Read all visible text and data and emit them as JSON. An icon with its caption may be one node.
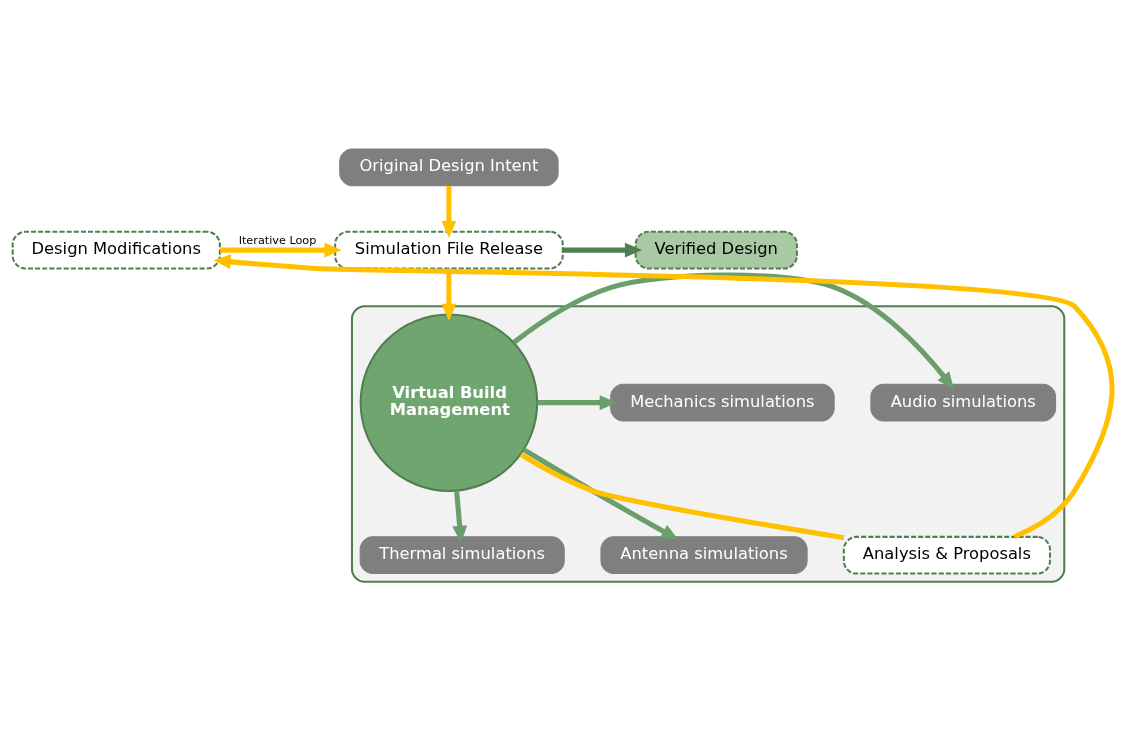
{
  "diagram": {
    "nodes": [
      {
        "text": [
          "Original Design Intent"
        ]
      },
      {
        "text": [
          "Design Modifications"
        ]
      },
      {
        "text": [
          "Simulation File Release"
        ]
      },
      {
        "text": [
          "Verified Design"
        ]
      },
      {
        "text": [],
        "shape": "box"
      },
      {
        "text": [
          "Audio simulations"
        ],
        "in": 4
      },
      {
        "text": [
          "Virtual Build Management"
        ],
        "in": 4
      },
      {
        "text": [
          "Mechanics simulations"
        ],
        "in": 4
      },
      {
        "text": [
          "Thermal simulations"
        ],
        "in": 4
      },
      {
        "text": [
          "Antenna simulations"
        ],
        "in": 4
      },
      {
        "text": [
          "Analysis & Proposals"
        ],
        "in": 4
      }
    ],
    "edges": [
      {
        "from": 0,
        "to": 2,
        "arrow": "to"
      },
      {
        "from": 1,
        "to": 2,
        "arrow": "to",
        "label": "Iterative Loop"
      },
      {
        "from": 2,
        "to": 3,
        "arrow": "to",
        "color": "#507e50"
      },
      {
        "from": 2,
        "to": 6,
        "arrow": "to"
      },
      {
        "from": 6,
        "to": 5,
        "arrow": "to",
        "color": "#6a9e6a"
      },
      {
        "from": 6,
        "to": 7,
        "arrow": "to",
        "color": "#6a9e6a"
      },
      {
        "from": 6,
        "to": 8,
        "arrow": "to",
        "color": "#6a9e6a"
      },
      {
        "from": 6,
        "to": 9,
        "arrow": "to",
        "color": "#6a9e6a"
      },
      {
        "from": 6,
        "to": 10,
        "arrow": "none"
      },
      {
        "from": 10,
        "to": 1,
        "arrow": "to"
      }
    ]
  }
}
